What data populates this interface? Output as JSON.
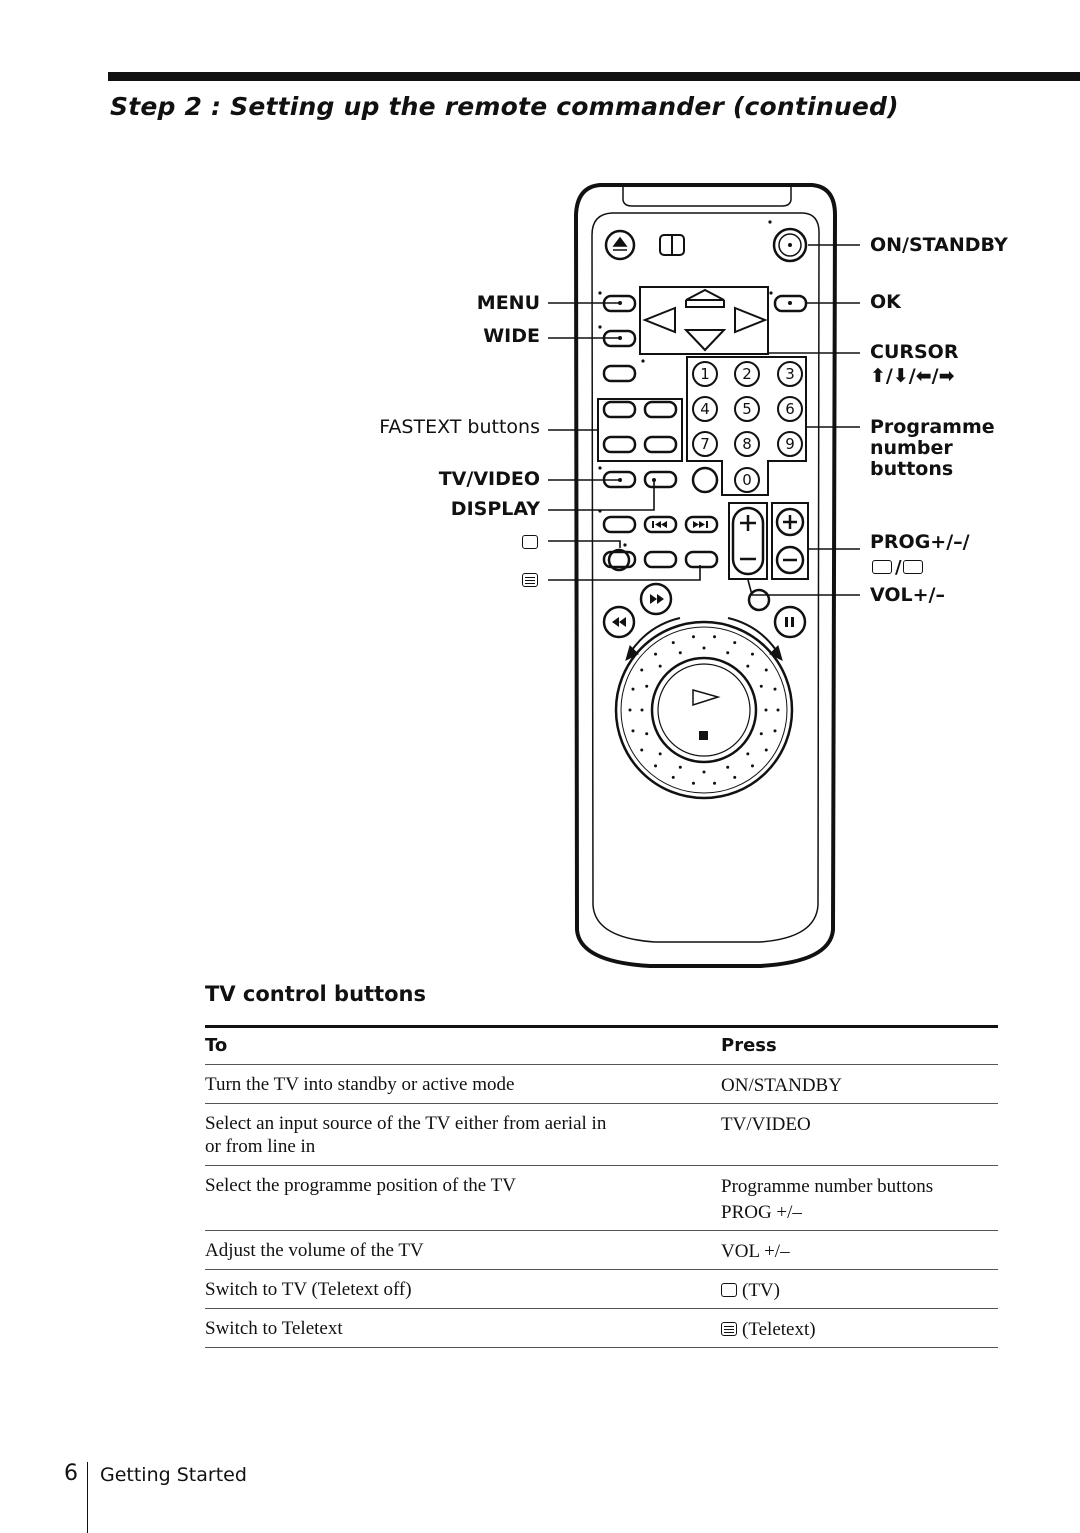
{
  "page": {
    "heading": "Step 2 : Setting up the remote commander (continued)",
    "page_number": "6",
    "footer_label": "Getting Started"
  },
  "remote": {
    "labels_left": {
      "menu": "MENU",
      "wide": "WIDE",
      "fastext": "FASTEXT buttons",
      "tv_video": "TV/VIDEO",
      "display": "DISPLAY"
    },
    "labels_right": {
      "on_standby": "ON/STANDBY",
      "ok": "OK",
      "cursor": "CURSOR",
      "cursor_arrows": "⬆/⬇/⬅/➡",
      "programme_line1": "Programme",
      "programme_line2": "number",
      "programme_line3": "buttons",
      "prog": "PROG+/–/",
      "vol": "VOL+/–"
    },
    "digits": [
      "1",
      "2",
      "3",
      "4",
      "5",
      "6",
      "7",
      "8",
      "9",
      "0"
    ]
  },
  "tv_control": {
    "title": "TV control buttons",
    "header_to": "To",
    "header_press": "Press",
    "rows": [
      {
        "to": "Turn the TV into standby or active mode",
        "press": "ON/STANDBY"
      },
      {
        "to": "Select an input source of the TV either from aerial in or from line in",
        "press": "TV/VIDEO"
      },
      {
        "to": "Select the programme position of the TV",
        "press": "Programme number buttons",
        "press2": "PROG +/–"
      },
      {
        "to": "Adjust the volume of the TV",
        "press": "VOL +/–"
      },
      {
        "to": "Switch to TV (Teletext off)",
        "press": "(TV)"
      },
      {
        "to": "Switch to Teletext",
        "press": "(Teletext)"
      }
    ]
  }
}
